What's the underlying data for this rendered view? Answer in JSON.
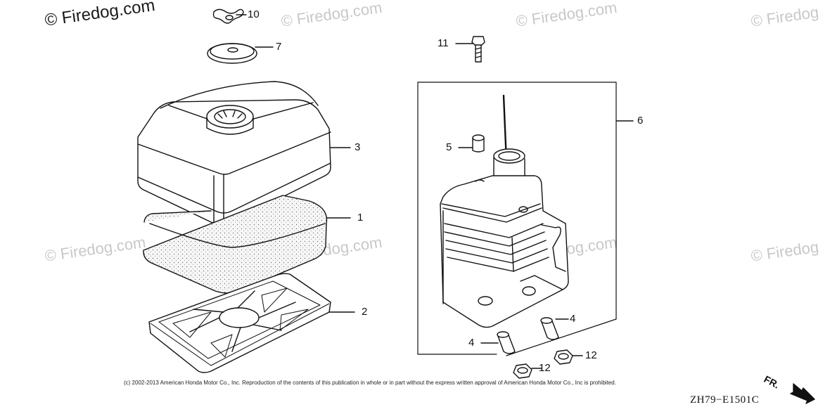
{
  "watermarks": [
    "© Firedog.com",
    "© Firedog.com",
    "© Firedog.com",
    "© Firedog",
    "© Firedog.com",
    "© Firedog.com",
    "© Firedog.com",
    "© Firedog"
  ],
  "callouts": {
    "part_10": "10",
    "part_7": "7",
    "part_3": "3",
    "part_1": "1",
    "part_2": "2",
    "part_11": "11",
    "part_6": "6",
    "part_5": "5",
    "part_4a": "4",
    "part_4b": "4",
    "part_12a": "12",
    "part_12b": "12"
  },
  "copyright": "(c) 2002-2013 American Honda Motor Co., Inc. Reproduction of the contents of this publication in whole or in part without the express written approval of American Honda Motor Co., Inc is prohibited.",
  "diagram_code": "ZH79−E1501C",
  "direction_label": "FR.",
  "colors": {
    "line": "#111111",
    "watermark": "#c8c8c8",
    "foam": "#f6f6f6"
  }
}
